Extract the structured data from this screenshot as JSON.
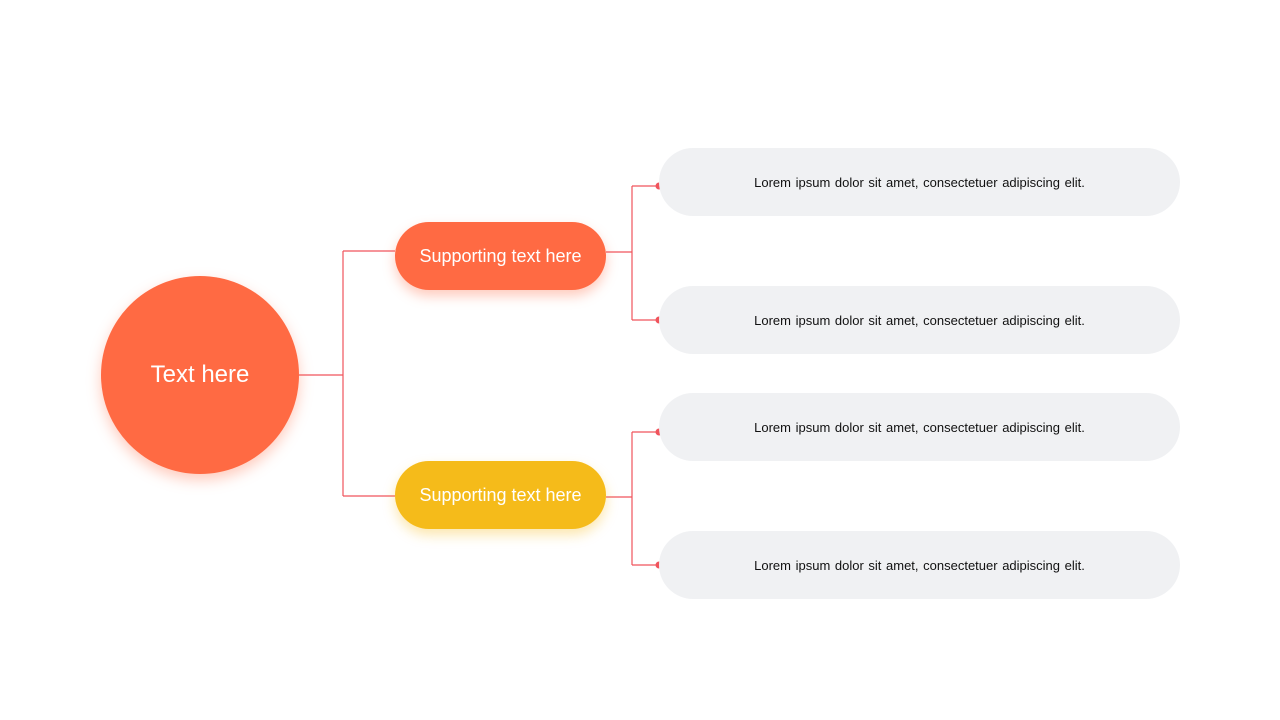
{
  "colors": {
    "root": "#ff6a43",
    "branch_top": "#ff6a43",
    "branch_bottom": "#f5bb1a",
    "leaf_bg": "#f0f1f3",
    "connector": "#f0545c"
  },
  "root": {
    "label": "Text here"
  },
  "branches": [
    {
      "label": "Supporting text here",
      "leaves": [
        "Lorem ipsum dolor sit amet, consectetuer adipiscing elit.",
        "Lorem ipsum dolor sit amet, consectetuer adipiscing elit."
      ]
    },
    {
      "label": "Supporting text here",
      "leaves": [
        "Lorem ipsum dolor sit amet, consectetuer adipiscing elit.",
        "Lorem ipsum dolor sit amet, consectetuer adipiscing elit."
      ]
    }
  ]
}
